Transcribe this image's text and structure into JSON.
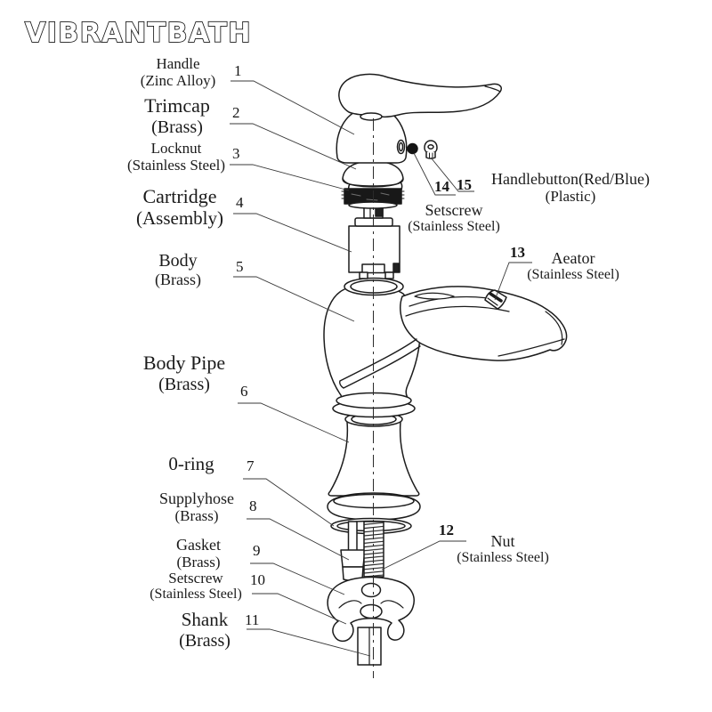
{
  "brand": "VIBRANTBATH",
  "diagram": {
    "type": "exploded parts diagram",
    "product": "single-handle bathroom basin faucet"
  },
  "colors": {
    "line": "#1c1c1c",
    "background": "#ffffff",
    "locknut_fill": "#181818"
  },
  "parts": [
    {
      "num": "1",
      "label": "Handle",
      "sub": "(Zinc Alloy)"
    },
    {
      "num": "2",
      "label": "Trimcap",
      "sub": "(Brass)"
    },
    {
      "num": "3",
      "label": "Locknut",
      "sub": "(Stainless Steel)"
    },
    {
      "num": "4",
      "label": "Cartridge",
      "sub": "(Assembly)"
    },
    {
      "num": "5",
      "label": "Body",
      "sub": "(Brass)"
    },
    {
      "num": "6",
      "label": "Body Pipe",
      "sub": "(Brass)"
    },
    {
      "num": "7",
      "label": "0-ring",
      "sub": ""
    },
    {
      "num": "8",
      "label": "Supplyhose",
      "sub": "(Brass)"
    },
    {
      "num": "9",
      "label": "Gasket",
      "sub": "(Brass)"
    },
    {
      "num": "10",
      "label": "Setscrew",
      "sub": "(Stainless Steel)"
    },
    {
      "num": "11",
      "label": "Shank",
      "sub": "(Brass)"
    },
    {
      "num": "12",
      "label": "Nut",
      "sub": "(Stainless Steel)"
    },
    {
      "num": "13",
      "label": "Aeator",
      "sub": "(Stainless Steel)"
    },
    {
      "num": "14",
      "label": "Setscrew",
      "sub": "(Stainless Steel)"
    },
    {
      "num": "15",
      "label": "Handlebutton(Red/Blue)",
      "sub": "(Plastic)"
    }
  ]
}
